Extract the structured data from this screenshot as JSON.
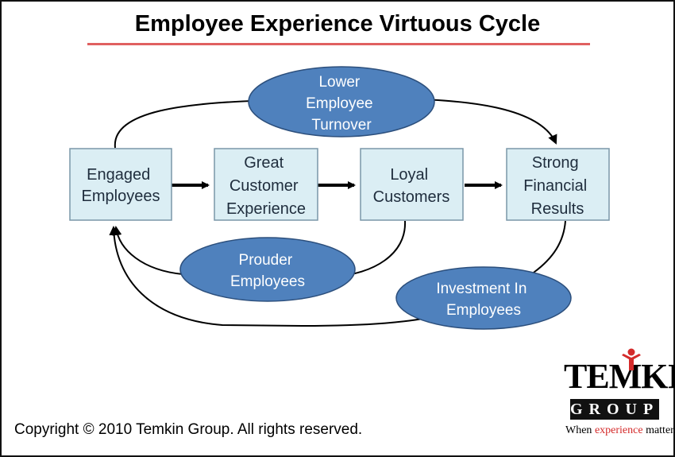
{
  "title": "Employee Experience Virtuous Cycle",
  "boxes": [
    {
      "lines": [
        "Engaged",
        "Employees"
      ]
    },
    {
      "lines": [
        "Great",
        "Customer",
        "Experience"
      ]
    },
    {
      "lines": [
        "Loyal",
        "Customers"
      ]
    },
    {
      "lines": [
        "Strong",
        "Financial",
        "Results"
      ]
    }
  ],
  "ovals": {
    "turnover": {
      "lines": [
        "Lower",
        "Employee",
        "Turnover"
      ]
    },
    "prouder": {
      "lines": [
        "Prouder",
        "Employees"
      ]
    },
    "investment": {
      "lines": [
        "Investment In",
        "Employees"
      ]
    }
  },
  "copyright": "Copyright © 2010 Temkin Group. All rights reserved.",
  "logo": {
    "word": "TEMKIN",
    "group": "GROUP",
    "tagline_prefix": "When ",
    "tagline_accent": "experience",
    "tagline_suffix": " matters"
  },
  "colors": {
    "box_fill": "#dbeef4",
    "box_stroke": "#7a97a8",
    "oval_fill": "#4f81bd",
    "oval_stroke": "#2c4f7c",
    "title_rule": "#e06060",
    "logo_accent": "#d42a2a"
  }
}
